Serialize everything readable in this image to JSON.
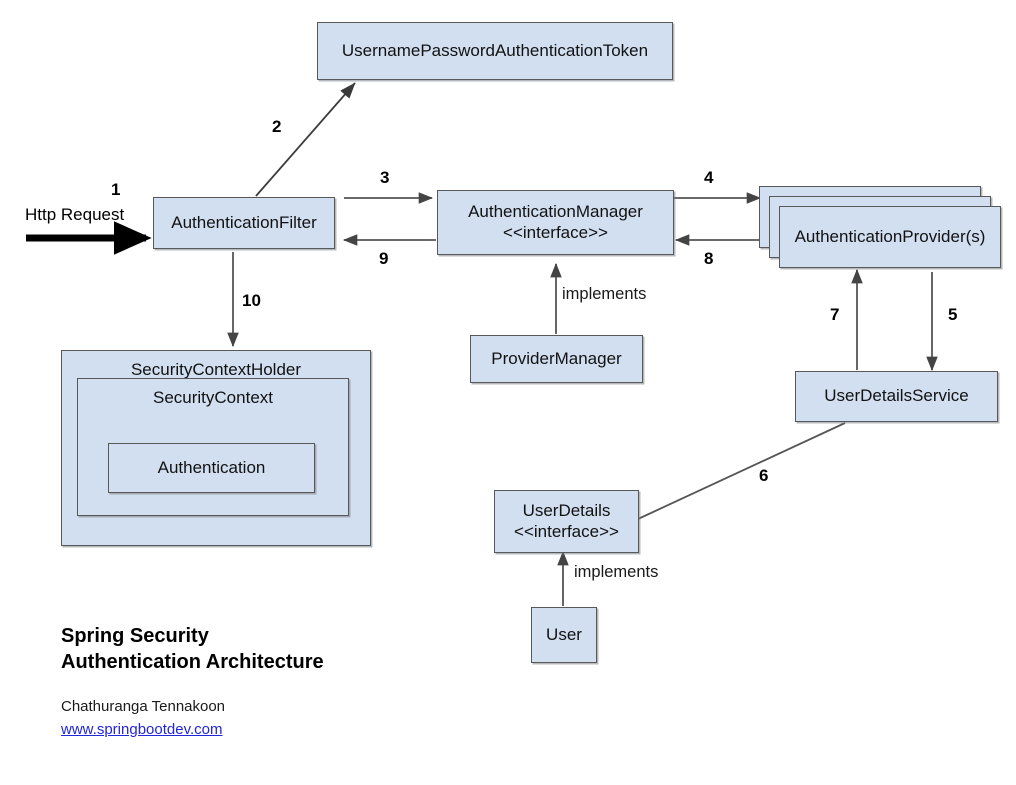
{
  "diagram": {
    "title": "Spring Security\nAuthentication Architecture",
    "author": "Chathuranga Tennakoon",
    "website": "www.springbootdev.com",
    "colors": {
      "box_fill": "#d2dff0",
      "box_border": "#585858",
      "link": "#2325d8",
      "arrow": "#444444",
      "request_arrow": "#000000",
      "background": "#ffffff"
    },
    "nodes": [
      {
        "id": "token",
        "label": "UsernamePasswordAuthenticationToken"
      },
      {
        "id": "filter",
        "label": "AuthenticationFilter"
      },
      {
        "id": "manager",
        "label": "AuthenticationManager\n<<interface>>"
      },
      {
        "id": "provider",
        "label": "AuthenticationProvider(s)"
      },
      {
        "id": "provmgr",
        "label": "ProviderManager"
      },
      {
        "id": "uds",
        "label": "UserDetailsService"
      },
      {
        "id": "userdet",
        "label": "UserDetails\n<<interface>>"
      },
      {
        "id": "user",
        "label": "User"
      },
      {
        "id": "scholder",
        "label": "SecurityContextHolder"
      },
      {
        "id": "sccontext",
        "label": "SecurityContext"
      },
      {
        "id": "auth",
        "label": "Authentication"
      }
    ],
    "entry": {
      "label": "Http Request",
      "step": "1"
    },
    "steps": [
      {
        "n": "1",
        "from": "http-request",
        "to": "filter"
      },
      {
        "n": "2",
        "from": "filter",
        "to": "token"
      },
      {
        "n": "3",
        "from": "filter",
        "to": "manager"
      },
      {
        "n": "4",
        "from": "manager",
        "to": "provider"
      },
      {
        "n": "5",
        "from": "provider",
        "to": "uds"
      },
      {
        "n": "6",
        "from": "userdetails",
        "to": "uds"
      },
      {
        "n": "7",
        "from": "uds",
        "to": "provider"
      },
      {
        "n": "8",
        "from": "provider",
        "to": "manager"
      },
      {
        "n": "9",
        "from": "manager",
        "to": "filter"
      },
      {
        "n": "10",
        "from": "filter",
        "to": "scholder"
      }
    ],
    "relations": [
      {
        "label": "implements",
        "from": "provmgr",
        "to": "manager"
      },
      {
        "label": "implements",
        "from": "user",
        "to": "userdet"
      }
    ]
  }
}
